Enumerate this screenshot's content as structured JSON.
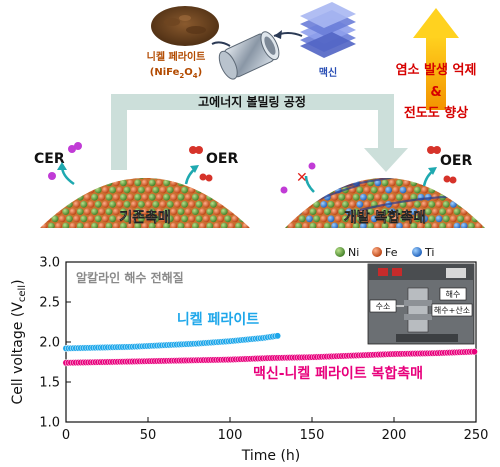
{
  "schematic": {
    "material_nife_line1": "니켈 페라이트",
    "material_nife_formula": "(NiFe",
    "material_nife_sub2": "2",
    "material_nife_o": "O",
    "material_nife_sub4": "4",
    "material_nife_close": ")",
    "material_mxene": "맥신",
    "process_label": "고에너지 볼밀링 공정",
    "left_reaction_cer": "CER",
    "left_reaction_oer": "OER",
    "right_reaction_oer": "OER",
    "conventional_catalyst": "기존촉매",
    "developed_catalyst": "개발 복합촉매",
    "benefit_1": "염소 발생 억제",
    "benefit_amp": "&",
    "benefit_2": "전도도 향상",
    "legend_ni": "Ni",
    "legend_fe": "Fe",
    "legend_ti": "Ti",
    "colors": {
      "ni": "#5fa640",
      "fe": "#e2622a",
      "ti": "#2f7fe0",
      "arrow": "#f6a800",
      "benefit_text": "#d60000"
    }
  },
  "inset": {
    "label_hydrogen": "수소",
    "label_seawater": "해수",
    "label_seawater_oxygen": "해수+산소"
  },
  "chart_data": {
    "type": "line",
    "title": "",
    "annotation": "알칼라인 해수 전해질",
    "xlabel": "Time (h)",
    "ylabel_main": "Cell voltage (V",
    "ylabel_sub": "cell",
    "ylabel_close": ")",
    "xlim": [
      0,
      250
    ],
    "ylim": [
      1.0,
      3.0
    ],
    "xticks": [
      "0",
      "50",
      "100",
      "150",
      "200",
      "250"
    ],
    "yticks": [
      "1.0",
      "1.5",
      "2.0",
      "2.5",
      "3.0"
    ],
    "series": [
      {
        "name": "니켈 페라이트",
        "color": "#1ea7ea",
        "x": [
          0,
          20,
          40,
          60,
          80,
          100,
          120,
          130
        ],
        "y": [
          1.92,
          1.93,
          1.94,
          1.96,
          1.98,
          2.01,
          2.05,
          2.08
        ]
      },
      {
        "name": "맥신-니켈 페라이트 복합촉매",
        "color": "#e8007c",
        "x": [
          0,
          25,
          50,
          75,
          100,
          125,
          150,
          175,
          200,
          225,
          250
        ],
        "y": [
          1.74,
          1.75,
          1.76,
          1.77,
          1.78,
          1.8,
          1.81,
          1.83,
          1.85,
          1.86,
          1.88
        ]
      }
    ]
  }
}
